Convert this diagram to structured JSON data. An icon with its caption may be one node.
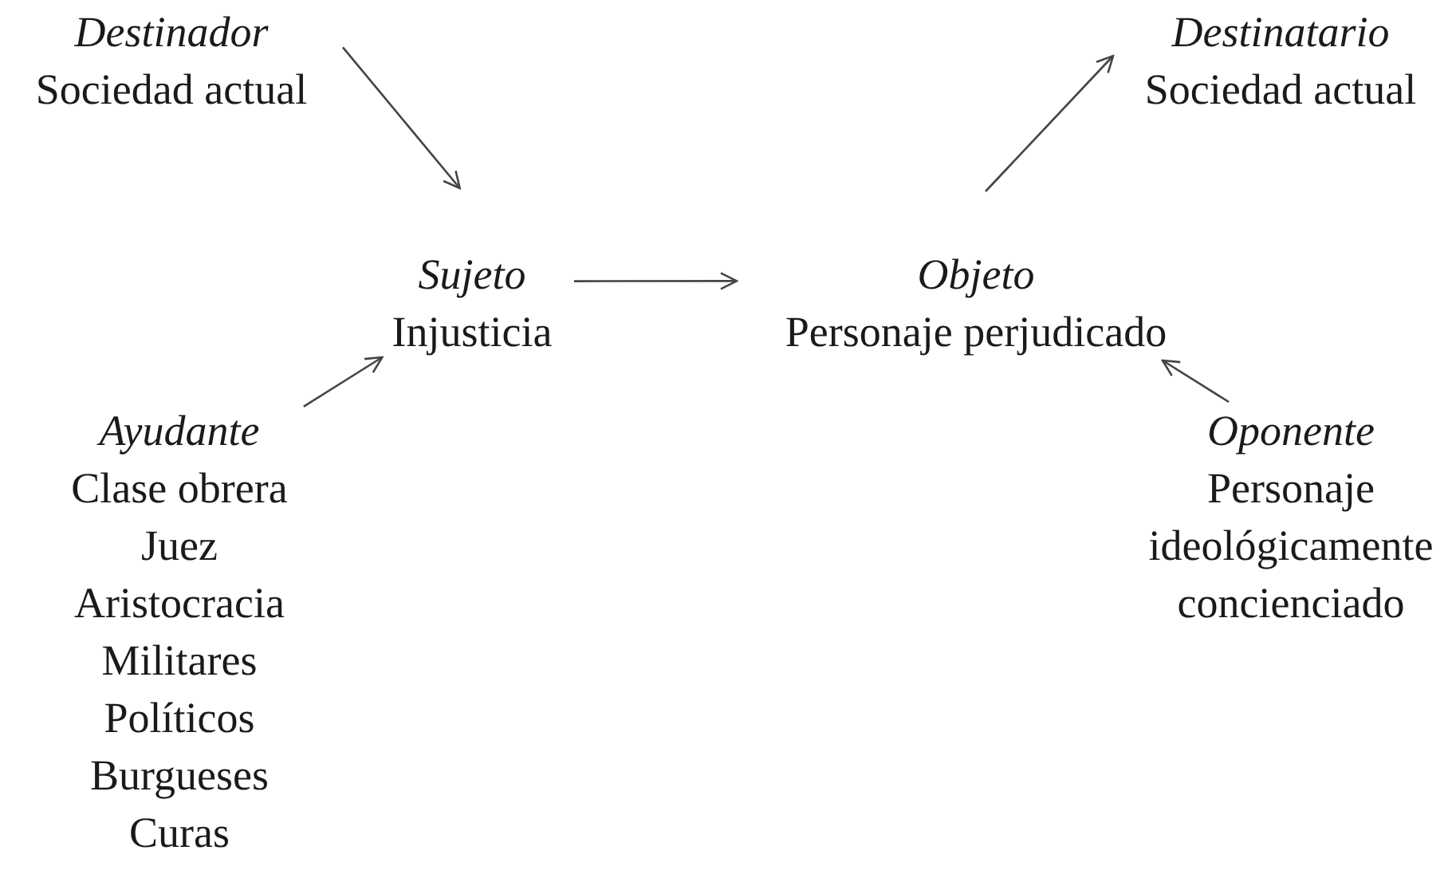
{
  "diagram": {
    "nodes": [
      {
        "text": [
          "Destinador",
          "Sociedad actual"
        ]
      },
      {
        "text": [
          "Destinatario",
          "Sociedad actual"
        ]
      },
      {
        "text": [
          "Sujeto",
          "Injusticia"
        ]
      },
      {
        "text": [
          "Objeto",
          "Personaje perjudicado"
        ]
      },
      {
        "text": [
          "Ayudante",
          "Clase obrera",
          "Juez",
          "Aristocracia",
          "Militares",
          "Políticos",
          "Burgueses",
          "Curas"
        ]
      },
      {
        "text": [
          "Oponente",
          "Personaje ideológicamente concienciado"
        ]
      }
    ],
    "edges": [
      {
        "from": 0,
        "to": 2,
        "arrow": "to"
      },
      {
        "from": 2,
        "to": 3,
        "arrow": "to"
      },
      {
        "from": 3,
        "to": 1,
        "arrow": "to"
      },
      {
        "from": 4,
        "to": 2,
        "arrow": "to"
      },
      {
        "from": 5,
        "to": 3,
        "arrow": "to"
      }
    ]
  }
}
